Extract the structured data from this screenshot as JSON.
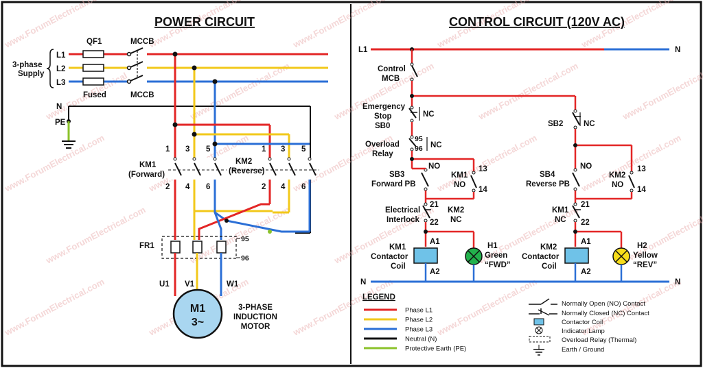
{
  "power": {
    "title": "POWER CIRCUIT",
    "supply_label_1": "3-phase",
    "supply_label_2": "Supply",
    "phases": [
      "L1",
      "L2",
      "L3"
    ],
    "neutral": "N",
    "earth": "PE",
    "fuse_label": "QF1",
    "fused_label": "Fused",
    "mccb_top": "MCCB",
    "mccb_bottom": "MCCB",
    "km1_label_1": "KM1",
    "km1_label_2": "(Forward)",
    "km2_label_1": "KM2",
    "km2_label_2": "(Reverse)",
    "terminals_top": [
      "1",
      "3",
      "5"
    ],
    "terminals_bottom": [
      "2",
      "4",
      "6"
    ],
    "overload": "FR1",
    "overload_95": "95",
    "overload_96": "96",
    "motor_terminals": [
      "U1",
      "V1",
      "W1"
    ],
    "motor_id": "M1",
    "motor_sub": "3~",
    "motor_desc_1": "3-PHASE",
    "motor_desc_2": "INDUCTION",
    "motor_desc_3": "MOTOR"
  },
  "control": {
    "title": "CONTROL CIRCUIT (120V AC)",
    "l1": "L1",
    "n": "N",
    "mcb_1": "Control",
    "mcb_2": "MCB",
    "estop_1": "Emergency",
    "estop_2": "Stop",
    "estop_3": "SB0",
    "nc": "NC",
    "no": "NO",
    "ol_1": "Overload",
    "ol_2": "Relay",
    "t95": "95",
    "t96": "96",
    "sb2": "SB2",
    "sb3_1": "SB3",
    "sb3_2": "Forward PB",
    "sb4_1": "SB4",
    "sb4_2": "Reverse PB",
    "km1": "KM1",
    "km2": "KM2",
    "t13": "13",
    "t14": "14",
    "t21": "21",
    "t22": "22",
    "interlock_1": "Electrical",
    "interlock_2": "Interlock",
    "a1": "A1",
    "a2": "A2",
    "coil_1": "Contactor",
    "coil_2": "Coil",
    "h1": "H1",
    "h1_color": "Green",
    "h1_tag": "“FWD”",
    "h2": "H2",
    "h2_color": "Yellow",
    "h2_tag": "“REV”"
  },
  "legend": {
    "title": "LEGEND",
    "lines": [
      {
        "label": "Phase L1",
        "color": "#e32626"
      },
      {
        "label": "Phase L2",
        "color": "#f2c81a"
      },
      {
        "label": "Phase L3",
        "color": "#2b6fd6"
      },
      {
        "label": "Neutral (N)",
        "color": "#111111"
      },
      {
        "label": "Protective Earth (PE)",
        "color": "#8bc22a"
      }
    ],
    "symbols": [
      "Normally Open (NO) Contact",
      "Normally Closed (NC) Contact",
      "Contactor Coil",
      "Indicator Lamp",
      "Overload Relay (Thermal)",
      "Earth / Ground"
    ]
  },
  "watermark": "www.ForumElectrical.com",
  "colors": {
    "l1": "#e32626",
    "l2": "#f2c81a",
    "l3": "#2b6fd6",
    "neutral": "#111111",
    "pe": "#8bc22a",
    "coil": "#6fc2e8",
    "lamp_green": "#22b14c",
    "lamp_yellow": "#f7dd1a",
    "motor": "#a9d6f0"
  }
}
